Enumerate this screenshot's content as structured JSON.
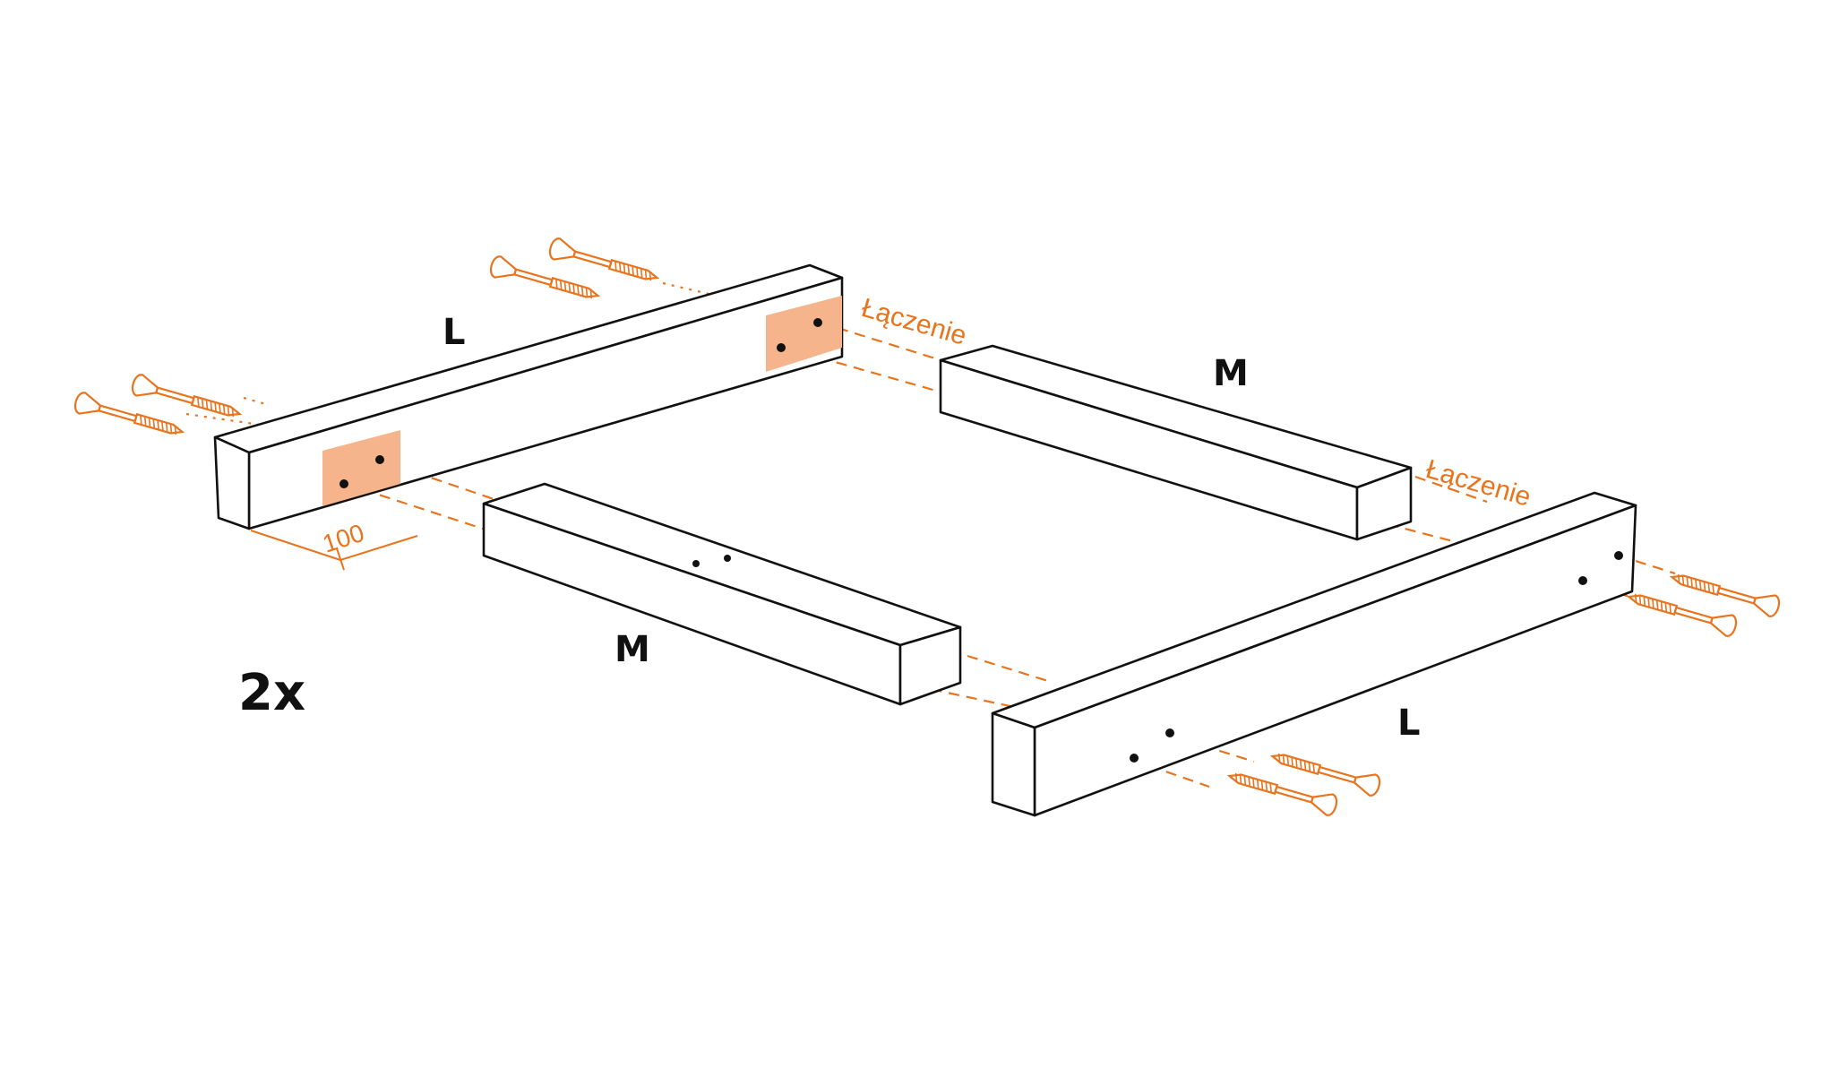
{
  "labels": {
    "beam_long_top": "L",
    "beam_long_bottom": "L",
    "beam_mid_top": "M",
    "beam_mid_bottom": "M",
    "joint_top": "Łączenie",
    "joint_right": "Łączenie",
    "dimension": "100",
    "quantity": "2x"
  },
  "colors": {
    "accent": "#E8741E",
    "highlight": "#F6B48C",
    "line": "#111111",
    "background": "#FFFFFF"
  },
  "icons": {
    "screw": "screw-icon",
    "pilot_hole": "pilot-hole-icon"
  }
}
